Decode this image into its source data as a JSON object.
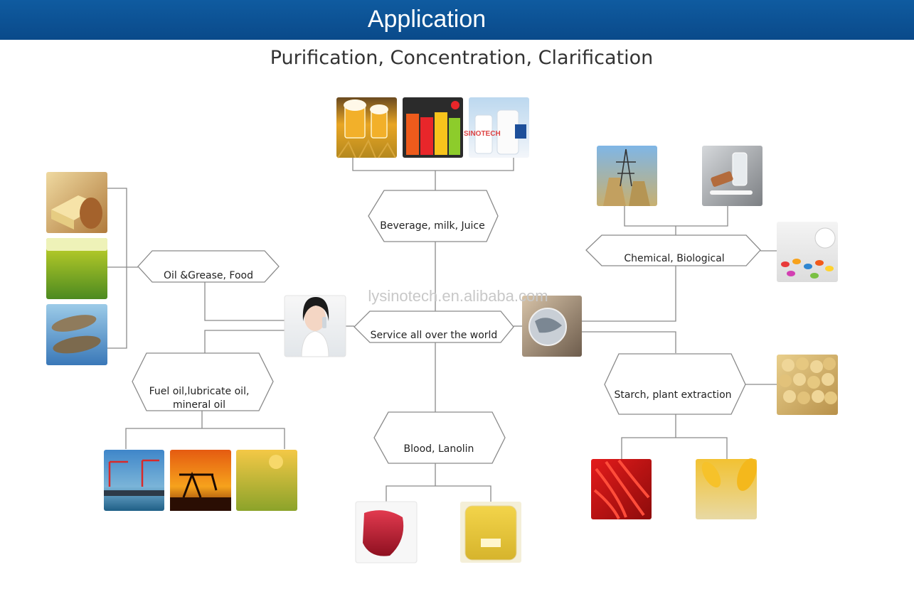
{
  "header": {
    "title": "Application"
  },
  "subtitle": "Purification, Concentration, Clarification",
  "center": {
    "label": "Service all over the world"
  },
  "categories": [
    {
      "label": "Beverage, milk, Juice"
    },
    {
      "label": "Oil &Grease, Food"
    },
    {
      "label": "Chemical, Biological"
    },
    {
      "label_line1": "Fuel oil,lubricate oil,",
      "label_line2": "mineral oil"
    },
    {
      "label": "Starch, plant extraction"
    },
    {
      "label": "Blood, Lanolin"
    }
  ],
  "watermark": "lysinotech.en.alibaba.com",
  "photo_watermark": "SINOTECH"
}
